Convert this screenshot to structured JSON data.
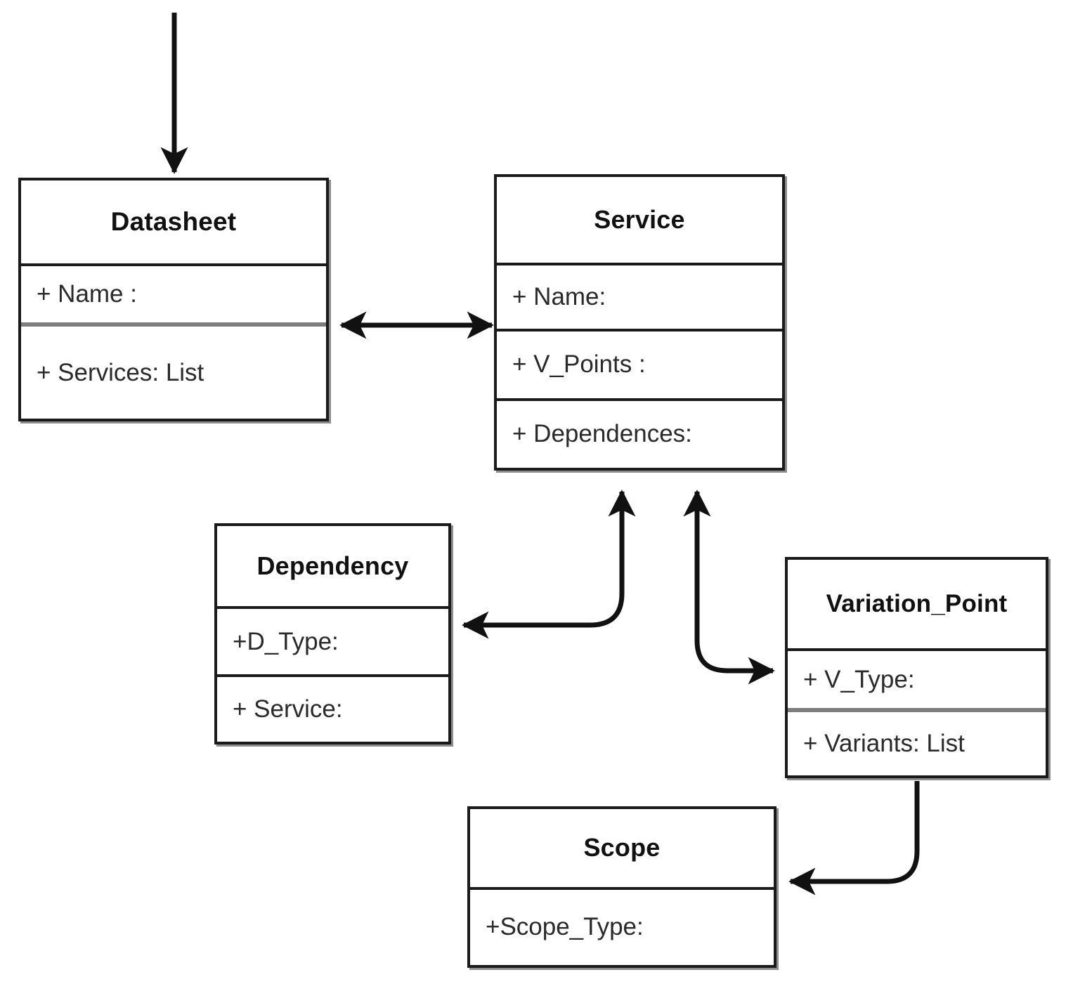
{
  "diagram": {
    "type": "uml-class-diagram",
    "title": "",
    "classes": [
      {
        "id": "datasheet",
        "name": "Datasheet",
        "attributes": [
          "+ Name :",
          "+ Services: List"
        ]
      },
      {
        "id": "service",
        "name": "Service",
        "attributes": [
          "+ Name:",
          "+ V_Points :",
          "+ Dependences:"
        ]
      },
      {
        "id": "dependency",
        "name": "Dependency",
        "attributes": [
          "+D_Type:",
          "+ Service:"
        ]
      },
      {
        "id": "variation_point",
        "name": "Variation_Point",
        "attributes": [
          "+ V_Type:",
          "+ Variants: List"
        ]
      },
      {
        "id": "scope",
        "name": "Scope",
        "attributes": [
          "+Scope_Type:"
        ]
      }
    ],
    "connections": [
      {
        "id": "entry-to-datasheet",
        "from": "",
        "to": "datasheet",
        "label": "",
        "arrows": "end"
      },
      {
        "id": "datasheet-service",
        "from": "datasheet",
        "to": "service",
        "label": "",
        "arrows": "both"
      },
      {
        "id": "dependency-service",
        "from": "dependency",
        "to": "service",
        "label": "",
        "arrows": "both"
      },
      {
        "id": "service-variation",
        "from": "service",
        "to": "variation_point",
        "label": "",
        "arrows": "both"
      },
      {
        "id": "variation-scope",
        "from": "variation_point",
        "to": "scope",
        "label": "",
        "arrows": "end"
      }
    ],
    "colors": {
      "background": "#ffffff",
      "border": "#1a1a1a",
      "shadow": "#787878",
      "divider_gray": "#7d7d7d",
      "text": "#2a2a2a",
      "edge": "#111111"
    }
  }
}
